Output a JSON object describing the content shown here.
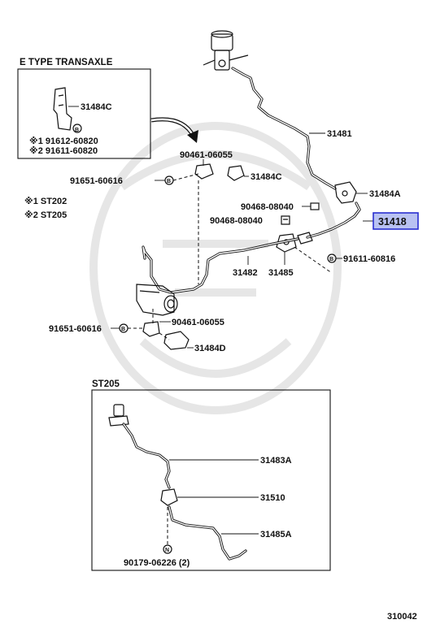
{
  "inset_etype": {
    "title": "E TYPE TRANSAXLE",
    "bracket_label": "31484C",
    "bolt_note_1": "※1 91612-60820",
    "bolt_note_2": "※2 91611-60820",
    "bolt_letter": "B"
  },
  "legend": {
    "line1": "※1 ST202",
    "line2": "※2 ST205"
  },
  "main": {
    "clip_upper_ref": "90461-06055",
    "bolt_left_upper": "91651-60616",
    "bracket_upper": "31484C",
    "tube_upper": "31481",
    "bracket_right": "31484A",
    "clip_right_upper": "90468-08040",
    "clip_right_lower": "90468-08040",
    "hose_highlight": "31418",
    "tube_lower": "31482",
    "bracket_lower": "31485",
    "bolt_right": "91611-60816",
    "bolt_left_lower": "91651-60616",
    "clip_lower_ref": "90461-06055",
    "bracket_bottom": "31484D",
    "bolt_letter": "B"
  },
  "inset_st205": {
    "title": "ST205",
    "tube_a": "31483A",
    "part_31510": "31510",
    "bracket_a": "31485A",
    "nut_ref": "90179-06226 (2)",
    "nut_letter": "N"
  },
  "footer": {
    "diagram_code": "310042"
  },
  "colors": {
    "highlight_fill": "#b9c2f2",
    "highlight_border": "#2a2fd0",
    "line": "#111111"
  }
}
